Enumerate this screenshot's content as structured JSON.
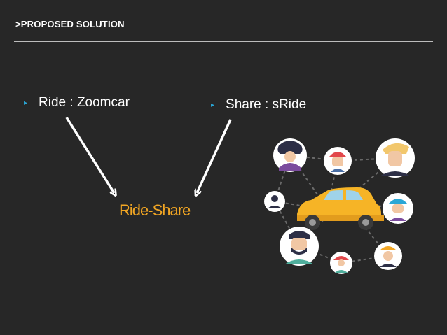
{
  "slide": {
    "title": ">PROPOSED SOLUTION"
  },
  "bullets": [
    {
      "label": "Ride : Zoomcar",
      "marker": "▸"
    },
    {
      "label": "Share : sRide",
      "marker": "▸"
    }
  ],
  "center_label": "Ride-Share",
  "colors": {
    "background": "#272727",
    "accent_bullet": "#2aa7d6",
    "accent_label": "#f2a623",
    "car": "#f6b426"
  },
  "illustration": {
    "icons": [
      "avatar-icon",
      "car-icon"
    ]
  }
}
